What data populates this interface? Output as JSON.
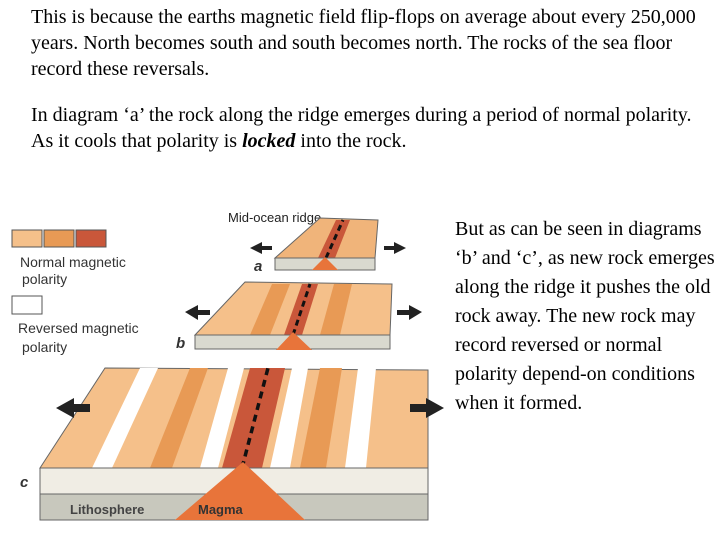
{
  "text": {
    "p1": "This is because the earths magnetic field flip-flops on average about every 250,000 years. North becomes south and south becomes north. The rocks of the sea floor record these reversals.",
    "p2_before": "In diagram ‘a’ the rock along the ridge emerges during a period of normal polarity. As it cools that polarity is ",
    "p2_emph": "locked",
    "p2_after": " into the rock.",
    "p3": "But as can be seen in diagrams ‘b’ and ‘c’, as new rock emerges along the ridge it pushes the old rock away. The new rock may record reversed or normal polarity depend-on conditions when it formed."
  },
  "figure": {
    "ridge_label": "Mid-ocean ridge",
    "legend_normal_line1": "Normal magnetic",
    "legend_normal_line2": "polarity",
    "legend_reversed_line1": "Reversed magnetic",
    "legend_reversed_line2": "polarity",
    "stage_a": "a",
    "stage_b": "b",
    "stage_c": "c",
    "lithosphere": "Lithosphere",
    "magma": "Magma"
  },
  "colors": {
    "normal_light": "#f5c08a",
    "normal_mid": "#e89a55",
    "normal_dark": "#c9573a",
    "reversed": "#ffffff",
    "lithosphere": "#c8c8bd",
    "magma": "#e8743a"
  }
}
